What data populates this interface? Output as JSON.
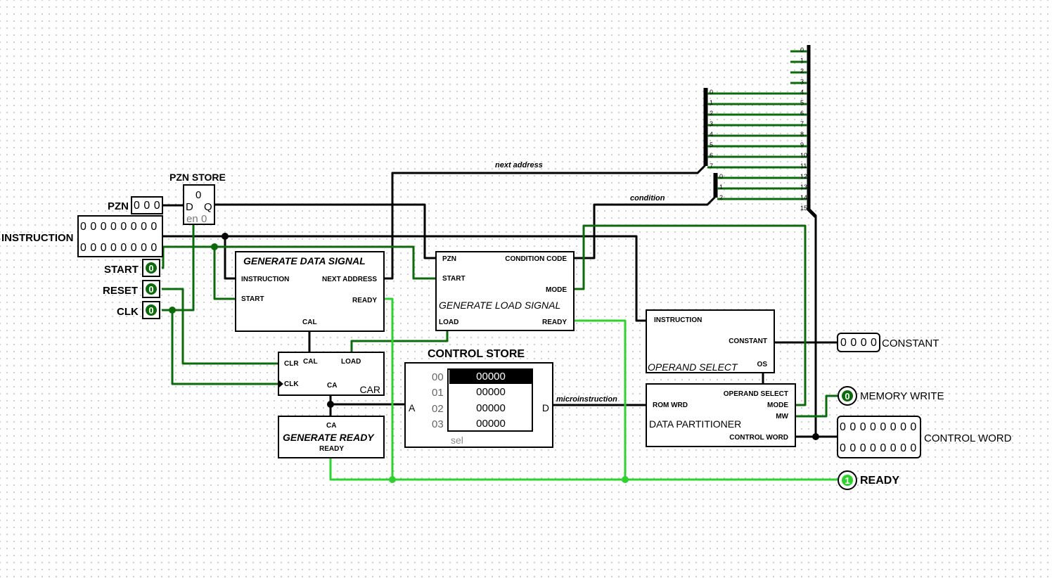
{
  "labels": {
    "pzn": "PZN",
    "instruction": "INSTRUCTION",
    "start": "START",
    "reset": "RESET",
    "clk": "CLK",
    "pzn_store": "PZN STORE",
    "control_store": "CONTROL STORE",
    "constant": "CONSTANT",
    "memory_write": "MEMORY WRITE",
    "control_word": "CONTROL WORD",
    "ready": "READY"
  },
  "values": {
    "pzn": "0 0 0",
    "instruction_row1": "0 0 0 0 0 0 0 0",
    "instruction_row2": "0 0 0 0 0 0 0 0",
    "start": "0",
    "reset": "0",
    "clk": "0",
    "pzn_store_q": "0",
    "constant": "0 0 0 0",
    "memory_write": "0",
    "control_word_row1": "0 0 0 0 0 0 0 0",
    "control_word_row2": "0 0 0 0 0 0 0 0",
    "ready": "1"
  },
  "pzn_store": {
    "d": "D",
    "q": "Q",
    "en": "en",
    "zero": "0"
  },
  "gen_data": {
    "title": "GENERATE DATA SIGNAL",
    "instruction": "INSTRUCTION",
    "start": "START",
    "next_address": "NEXT ADDRESS",
    "ready": "READY",
    "cal": "CAL"
  },
  "gen_load": {
    "title": "GENERATE LOAD SIGNAL",
    "pzn": "PZN",
    "start": "START",
    "condition_code": "CONDITION CODE",
    "mode": "MODE",
    "load": "LOAD",
    "ready": "READY"
  },
  "car": {
    "name": "CAR",
    "clr": "CLR",
    "clk": "CLK",
    "cal": "CAL",
    "load": "LOAD",
    "ca": "CA"
  },
  "gen_ready": {
    "title": "GENERATE READY",
    "ca": "CA",
    "ready": "READY"
  },
  "control_store": {
    "a": "A",
    "d": "D",
    "sel": "sel",
    "rows": [
      {
        "addr": "00",
        "val": "00000"
      },
      {
        "addr": "01",
        "val": "00000"
      },
      {
        "addr": "02",
        "val": "00000"
      },
      {
        "addr": "03",
        "val": "00000"
      }
    ]
  },
  "operand_select": {
    "title": "OPERAND SELECT",
    "instruction": "INSTRUCTION",
    "constant": "CONSTANT",
    "os": "OS"
  },
  "data_partitioner": {
    "title": "DATA PARTITIONER",
    "rom_wrd": "ROM WRD",
    "operand_select": "OPERAND SELECT",
    "mode": "MODE",
    "mw": "MW",
    "control_word": "CONTROL WORD"
  },
  "wire_labels": {
    "next_address": "next address",
    "condition": "condition",
    "microinstruction": "microinstruction"
  },
  "splitter_main": [
    "0",
    "1",
    "2",
    "3",
    "4",
    "5",
    "6",
    "7",
    "8",
    "9",
    "10",
    "11",
    "12",
    "13",
    "14",
    "15"
  ],
  "splitter_next": [
    "0",
    "1",
    "2",
    "3",
    "4",
    "5",
    "6",
    "7"
  ],
  "splitter_cond": [
    "0",
    "1",
    "2"
  ]
}
